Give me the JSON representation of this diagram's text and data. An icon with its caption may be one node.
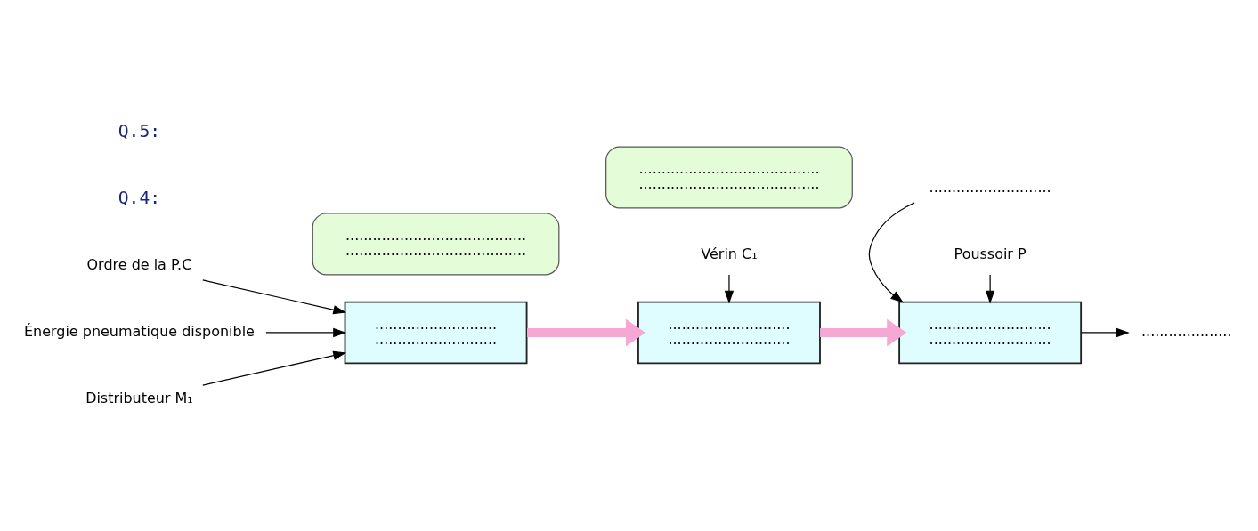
{
  "diagram": {
    "nodes": [
      {
        "text": [
          "Ordre de la P.C"
        ]
      },
      {
        "text": [
          "Énergie pneumatique disponible"
        ]
      },
      {
        "text": [
          "...........................",
          "..........................."
        ]
      },
      {
        "text": [
          "........................................",
          "........................................"
        ]
      },
      {
        "text": [
          "Distributeur M₁"
        ]
      },
      {
        "text": [
          "...........................",
          "..........................."
        ]
      },
      {
        "text": [
          "........................................",
          "........................................"
        ]
      },
      {
        "text": [
          "Vérin C₁"
        ]
      },
      {
        "text": [
          "..........................."
        ]
      },
      {
        "text": [
          "...........................",
          "..........................."
        ]
      },
      {
        "text": [
          "...................."
        ]
      },
      {
        "text": [
          "Poussoir P"
        ]
      }
    ],
    "edges": [
      {
        "from": 0,
        "to": 2,
        "arrow": "to"
      },
      {
        "from": 1,
        "to": 2,
        "arrow": "to"
      },
      {
        "from": 4,
        "to": 2,
        "arrow": "to"
      },
      {
        "from": 2,
        "to": 5,
        "arrow": "to",
        "style": "thick",
        "color": "#f6a8d4"
      },
      {
        "from": 7,
        "to": 5,
        "arrow": "to"
      },
      {
        "from": 5,
        "to": 9,
        "arrow": "to",
        "style": "thick",
        "color": "#f6a8d4"
      },
      {
        "from": 8,
        "to": 9,
        "arrow": "to"
      },
      {
        "from": 9,
        "to": 10,
        "arrow": "to"
      },
      {
        "from": 11,
        "to": 9,
        "arrow": "to"
      }
    ],
    "labels": [
      "Q.4:",
      "Q.5:"
    ]
  }
}
